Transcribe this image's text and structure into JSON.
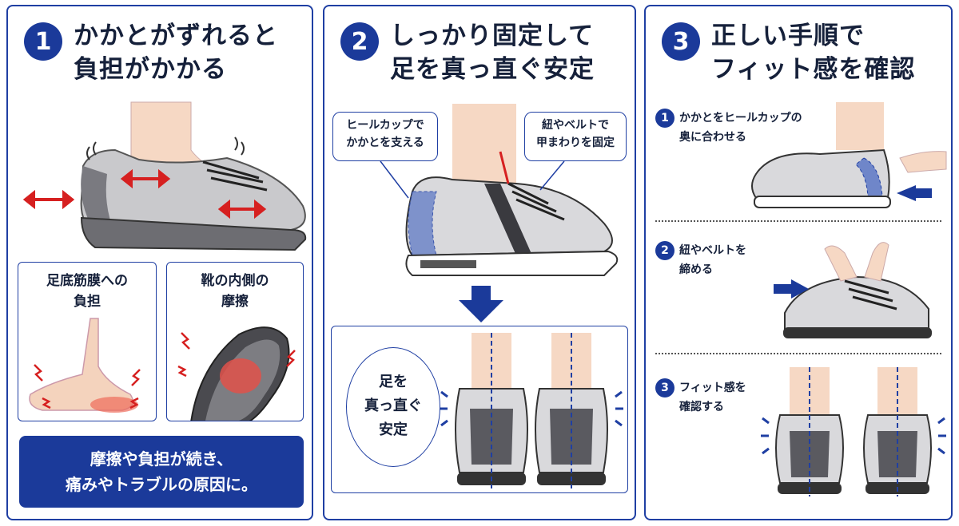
{
  "panel1": {
    "num": "1",
    "title": [
      "かかとがずれると",
      "負担がかかる"
    ],
    "box_a": [
      "足底筋膜への",
      "負担"
    ],
    "box_b": [
      "靴の内側の",
      "摩擦"
    ],
    "conclusion": [
      "摩擦や負担が続き、",
      "痛みやトラブルの原因に。"
    ]
  },
  "panel2": {
    "num": "2",
    "title": [
      "しっかり固定して",
      "足を真っ直ぐ安定"
    ],
    "callout_left": [
      "ヒールカップで",
      "かかとを支える"
    ],
    "callout_right": [
      "紐やベルトで",
      "甲まわりを固定"
    ],
    "oval": [
      "足を",
      "真っ直ぐ",
      "安定"
    ]
  },
  "panel3": {
    "num": "3",
    "title": [
      "正しい手順で",
      "フィット感を確認"
    ],
    "steps": [
      {
        "num": "1",
        "text": [
          "かかとをヒールカップの",
          "奥に合わせる"
        ]
      },
      {
        "num": "2",
        "text": [
          "紐やベルトを",
          "締める"
        ]
      },
      {
        "num": "3",
        "text": [
          "フィット感を",
          "確認する"
        ]
      }
    ]
  },
  "colors": {
    "navy": "#1b3a9a",
    "accent_red": "#d62020",
    "heel_blue": "#6f86c9"
  }
}
